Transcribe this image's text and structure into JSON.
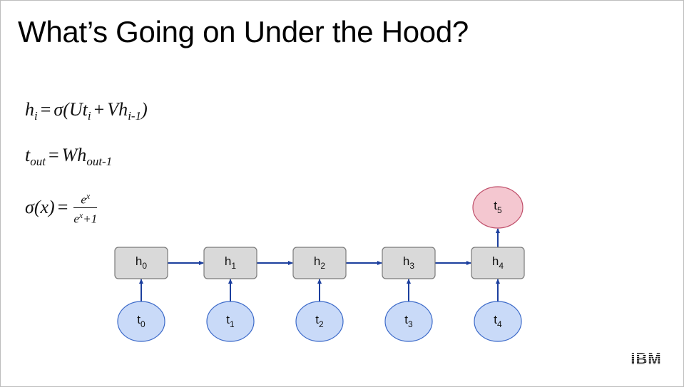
{
  "title": "What’s Going on Under the Hood?",
  "equations": {
    "hidden": {
      "lhs": "h",
      "lhs_sub": "i",
      "eq": "=",
      "rhs_a": "σ(Ut",
      "rhs_a_sub": "i",
      "plus": "+",
      "rhs_b": "Vh",
      "rhs_b_sub": "i-1",
      "close": ")"
    },
    "output": {
      "lhs": "t",
      "lhs_sub": "out",
      "eq": "=",
      "rhs": "Wh",
      "rhs_sub": "out-1"
    },
    "sigma": {
      "lhs": "σ(x)",
      "eq": "=",
      "num": "e",
      "num_sup": "x",
      "den": "e",
      "den_sup": "x",
      "den_tail": "+1"
    }
  },
  "diagram": {
    "hidden_nodes": [
      {
        "base": "h",
        "sub": "0"
      },
      {
        "base": "h",
        "sub": "1"
      },
      {
        "base": "h",
        "sub": "2"
      },
      {
        "base": "h",
        "sub": "3"
      },
      {
        "base": "h",
        "sub": "4"
      }
    ],
    "input_nodes": [
      {
        "base": "t",
        "sub": "0"
      },
      {
        "base": "t",
        "sub": "1"
      },
      {
        "base": "t",
        "sub": "2"
      },
      {
        "base": "t",
        "sub": "3"
      },
      {
        "base": "t",
        "sub": "4"
      }
    ],
    "output_node": {
      "base": "t",
      "sub": "5"
    },
    "colors": {
      "hidden_fill": "#d9d9d9",
      "hidden_stroke": "#7a7a7a",
      "input_fill": "#c9daf8",
      "input_stroke": "#3c6ac9",
      "output_fill": "#f4c7d0",
      "output_stroke": "#c0506b",
      "arrow": "#1c3f9e"
    }
  },
  "logo": {
    "text": "IBM",
    "color": "#1a1a1a"
  }
}
